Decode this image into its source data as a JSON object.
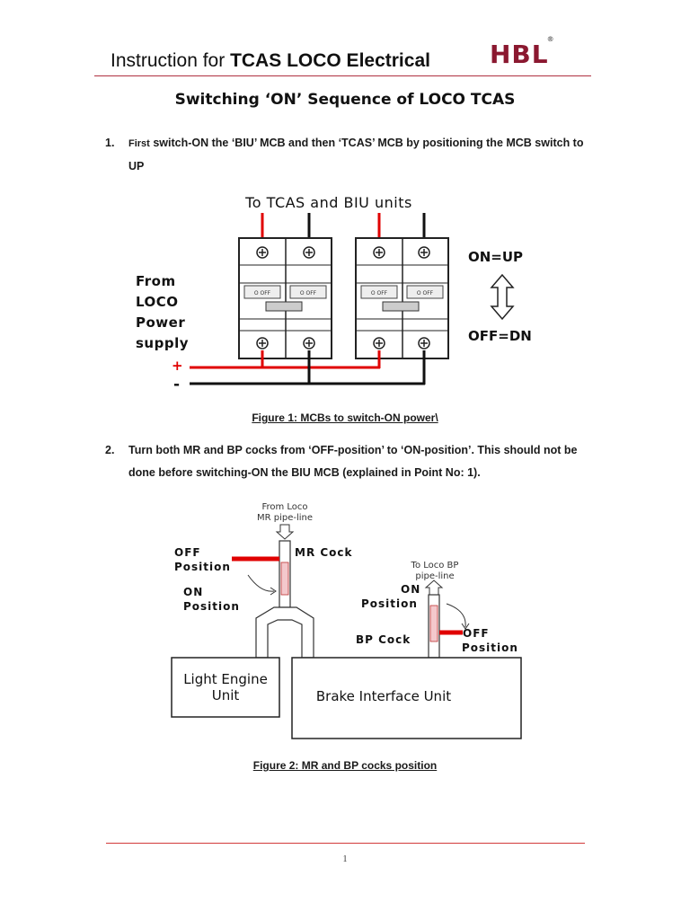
{
  "header": {
    "title_prefix": "Instruction for ",
    "title_bold": "TCAS LOCO Electrical",
    "logo": "HBL",
    "logo_mark": "®"
  },
  "title": "Switching ‘ON’ Sequence of LOCO TCAS",
  "steps": [
    {
      "number": "1.",
      "lead": "First",
      "text": " switch-ON the ‘BIU’ MCB and then ‘TCAS’ MCB by positioning the MCB switch to UP"
    },
    {
      "number": "2.",
      "text": "Turn both MR and BP cocks from ‘OFF-position’ to ‘ON-position’. This should not be done before switching-ON the BIU MCB (explained in Point No: 1)."
    }
  ],
  "figure1": {
    "top_label": "To TCAS and BIU units",
    "from_label_lines": [
      "From",
      "LOCO",
      "Power",
      "supply"
    ],
    "on_label": "ON=UP",
    "off_label": "OFF=DN",
    "plus": "+",
    "minus": "-",
    "mcb_small_label": "O OFF",
    "caption": "Figure 1: MCBs to switch-ON power\\"
  },
  "figure2": {
    "from_loco_lines": [
      "From Loco",
      "MR pipe-line"
    ],
    "mr_off_lines": [
      "OFF",
      "Position"
    ],
    "mr_cock": "MR Cock",
    "mr_on_lines": [
      "ON",
      "Position"
    ],
    "to_loco_lines": [
      "To Loco BP",
      "pipe-line"
    ],
    "bp_on_lines": [
      "ON",
      "Position"
    ],
    "bp_cock": "BP Cock",
    "bp_off_lines": [
      "OFF",
      "Position"
    ],
    "light_engine_lines": [
      "Light Engine",
      "Unit"
    ],
    "brake_interface": "Brake Interface Unit",
    "caption": "Figure 2: MR and BP cocks position"
  },
  "footer": {
    "page_number": "1"
  },
  "colors": {
    "accent_red": "#e00000",
    "logo": "#8b1830",
    "rule": "#b03040"
  }
}
